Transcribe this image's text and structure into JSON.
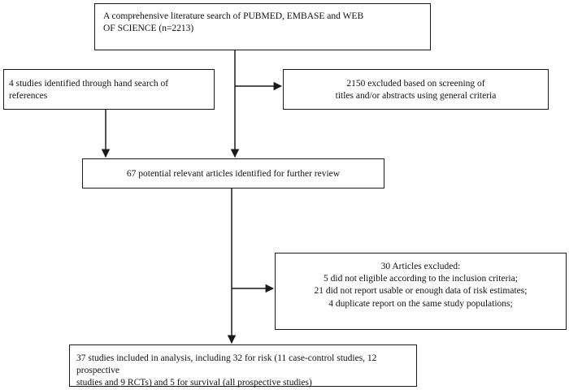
{
  "flowchart": {
    "search_box": {
      "lines": [
        "A comprehensive literature search of PUBMED, EMBASE and WEB",
        "OF SCIENCE (n=2213)"
      ]
    },
    "hand_search_box": {
      "lines": [
        "4 studies identified through hand search of",
        "references"
      ]
    },
    "screening_excluded_box": {
      "lines": [
        "2150 excluded based on screening of",
        "titles and/or abstracts using general criteria"
      ]
    },
    "potential_articles_box": {
      "lines": [
        "67 potential relevant articles identified for further review"
      ]
    },
    "articles_excluded_box": {
      "lines": [
        "30 Articles excluded:",
        "5 did not eligible according to the inclusion criteria;",
        "21 did not report usable or enough data of risk estimates;",
        "4 duplicate report on the same study populations;"
      ]
    },
    "included_box": {
      "lines": [
        "37 studies included in analysis, including 32 for risk (11 case-control studies, 12 prospective",
        "studies and 9 RCTs) and 5 for survival (all prospective studies)"
      ]
    }
  }
}
